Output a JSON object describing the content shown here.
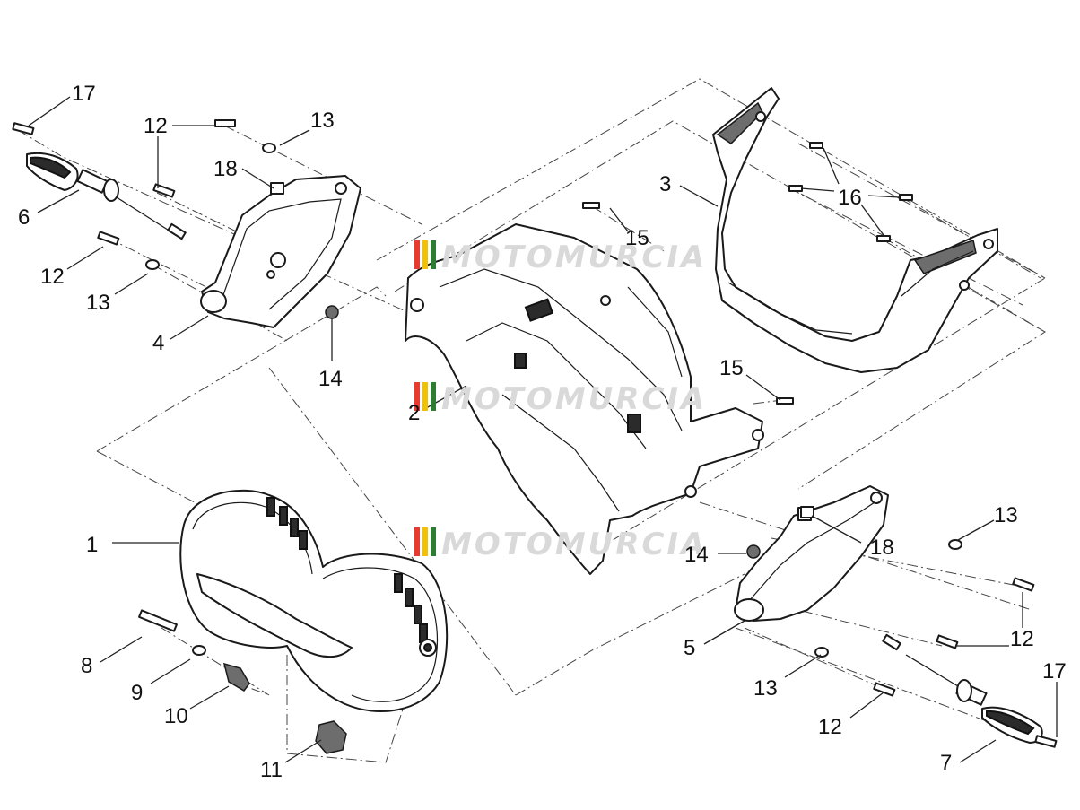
{
  "watermark": {
    "text": "MOTOMURCIA",
    "colors": [
      "#e63b2e",
      "#f2c200",
      "#2e7d32"
    ]
  },
  "callouts": {
    "c1": "1",
    "c2": "2",
    "c3": "3",
    "c4": "4",
    "c5": "5",
    "c6": "6",
    "c7": "7",
    "c8": "8",
    "c9": "9",
    "c10": "10",
    "c11": "11",
    "c12a": "12",
    "c12b": "12",
    "c12c": "12",
    "c12d": "12",
    "c13a": "13",
    "c13b": "13",
    "c13c": "13",
    "c13d": "13",
    "c14a": "14",
    "c14b": "14",
    "c15a": "15",
    "c15b": "15",
    "c16": "16",
    "c17a": "17",
    "c17b": "17",
    "c18a": "18",
    "c18b": "18"
  }
}
